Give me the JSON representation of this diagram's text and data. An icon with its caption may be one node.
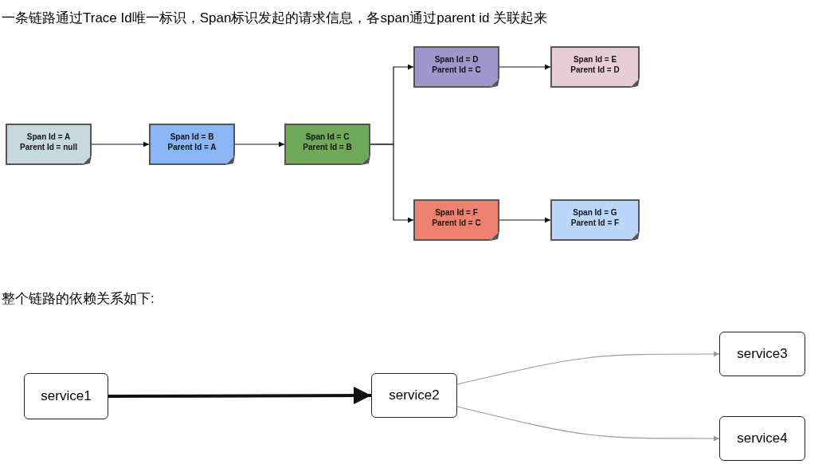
{
  "diagram": {
    "title": "一条链路通过Trace Id唯一标识，Span标识发起的请求信息，各span通过parent id 关联起来",
    "nodes": [
      {
        "text": [
          "Span Id = A",
          "Parent Id = null"
        ]
      },
      {
        "text": [
          "Span Id = B",
          "Parent Id = A"
        ]
      },
      {
        "text": [
          "Span Id = C",
          "Parent Id = B"
        ]
      },
      {
        "text": [
          "Span Id = D",
          "Parent Id = C"
        ]
      },
      {
        "text": [
          "Span Id = E",
          "Parent Id = D"
        ]
      },
      {
        "text": [
          "Span Id = F",
          "Parent Id = C"
        ]
      },
      {
        "text": [
          "Span Id = G",
          "Parent Id = F"
        ]
      },
      {
        "text": [
          "service1"
        ]
      },
      {
        "text": [
          "service2"
        ]
      },
      {
        "text": [
          "service3"
        ]
      },
      {
        "text": [
          "service4"
        ]
      }
    ],
    "edges": [
      {
        "from": 0,
        "to": 1,
        "arrow": "to"
      },
      {
        "from": 1,
        "to": 2,
        "arrow": "to"
      },
      {
        "from": 2,
        "to": 3,
        "arrow": "to"
      },
      {
        "from": 2,
        "to": 5,
        "arrow": "to"
      },
      {
        "from": 3,
        "to": 4,
        "arrow": "to"
      },
      {
        "from": 5,
        "to": 6,
        "arrow": "to"
      },
      {
        "from": 7,
        "to": 8,
        "arrow": "to",
        "style": "thick"
      },
      {
        "from": 8,
        "to": 9,
        "arrow": "to",
        "color": "#9a9a9a"
      },
      {
        "from": 8,
        "to": 10,
        "arrow": "to",
        "color": "#9a9a9a"
      }
    ],
    "labels": [
      "整个链路的依赖关系如下:"
    ]
  }
}
